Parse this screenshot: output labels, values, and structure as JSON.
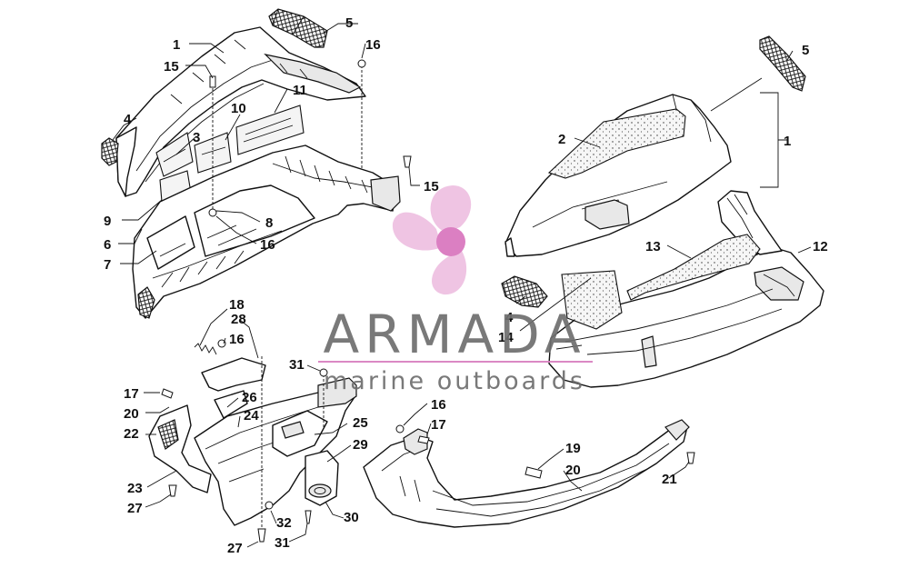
{
  "watermark": {
    "brand": "ARMADA",
    "tagline": "marine outboards",
    "logo_icon": "propeller-logo-icon",
    "colors": {
      "blade": "#e7a9d6",
      "hub": "#d975bd",
      "text": "#6e6e6e",
      "rule": "#d97fc0"
    }
  },
  "callouts": [
    {
      "id": "c1a",
      "label": "1"
    },
    {
      "id": "c1b",
      "label": "1"
    },
    {
      "id": "c2",
      "label": "2"
    },
    {
      "id": "c3",
      "label": "3"
    },
    {
      "id": "c4a",
      "label": "4"
    },
    {
      "id": "c4b",
      "label": "4"
    },
    {
      "id": "c5a",
      "label": "5"
    },
    {
      "id": "c5b",
      "label": "5"
    },
    {
      "id": "c6",
      "label": "6"
    },
    {
      "id": "c7",
      "label": "7"
    },
    {
      "id": "c8",
      "label": "8"
    },
    {
      "id": "c9",
      "label": "9"
    },
    {
      "id": "c10",
      "label": "10"
    },
    {
      "id": "c11",
      "label": "11"
    },
    {
      "id": "c12",
      "label": "12"
    },
    {
      "id": "c13",
      "label": "13"
    },
    {
      "id": "c14",
      "label": "14"
    },
    {
      "id": "c15a",
      "label": "15"
    },
    {
      "id": "c15b",
      "label": "15"
    },
    {
      "id": "c16a",
      "label": "16"
    },
    {
      "id": "c16b",
      "label": "16"
    },
    {
      "id": "c16c",
      "label": "16"
    },
    {
      "id": "c16d",
      "label": "16"
    },
    {
      "id": "c17a",
      "label": "17"
    },
    {
      "id": "c17b",
      "label": "17"
    },
    {
      "id": "c18",
      "label": "18"
    },
    {
      "id": "c19",
      "label": "19"
    },
    {
      "id": "c20a",
      "label": "20"
    },
    {
      "id": "c20b",
      "label": "20"
    },
    {
      "id": "c21",
      "label": "21"
    },
    {
      "id": "c22",
      "label": "22"
    },
    {
      "id": "c23",
      "label": "23"
    },
    {
      "id": "c24",
      "label": "24"
    },
    {
      "id": "c25",
      "label": "25"
    },
    {
      "id": "c26",
      "label": "26"
    },
    {
      "id": "c27a",
      "label": "27"
    },
    {
      "id": "c27b",
      "label": "27"
    },
    {
      "id": "c28",
      "label": "28"
    },
    {
      "id": "c29",
      "label": "29"
    },
    {
      "id": "c30",
      "label": "30"
    },
    {
      "id": "c31a",
      "label": "31"
    },
    {
      "id": "c31b",
      "label": "31"
    },
    {
      "id": "c32",
      "label": "32"
    }
  ]
}
